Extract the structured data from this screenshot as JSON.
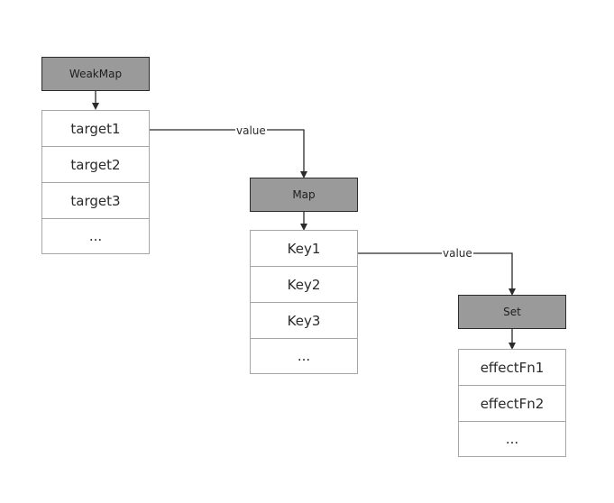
{
  "weakmap": {
    "title": "WeakMap",
    "items": [
      "target1",
      "target2",
      "target3",
      "..."
    ]
  },
  "map": {
    "title": "Map",
    "items": [
      "Key1",
      "Key2",
      "Key3",
      "..."
    ]
  },
  "set": {
    "title": "Set",
    "items": [
      "effectFn1",
      "effectFn2",
      "..."
    ]
  },
  "edges": {
    "weakmap_to_map": "value",
    "map_to_set": "value"
  },
  "colors": {
    "header_fill": "#9a9a9a",
    "header_border": "#2b2b2b",
    "cell_border": "#a6a6a6",
    "line": "#2b2b2b"
  }
}
